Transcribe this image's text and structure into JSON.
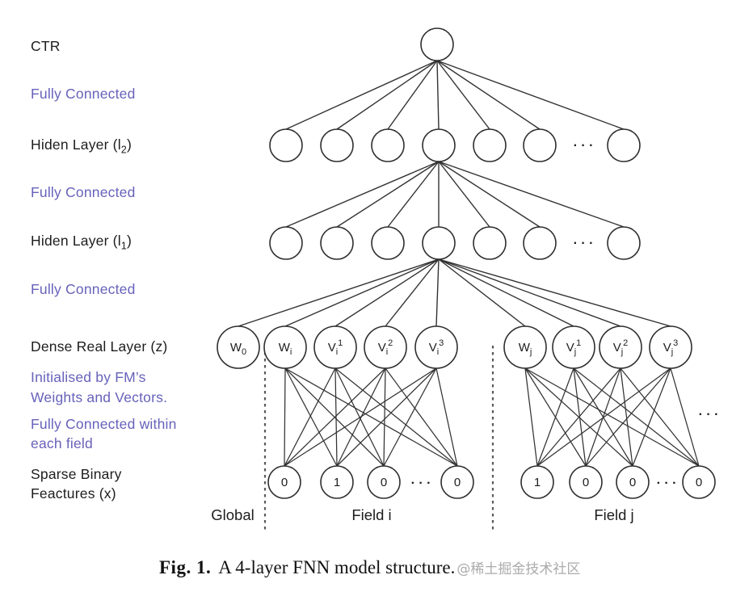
{
  "colors": {
    "accent_purple": "#6762ba",
    "text_black": "#1d1d1d",
    "line": "#333333",
    "watermark_gray": "#ababab"
  },
  "side_labels": [
    {
      "text": "CTR",
      "style": "black"
    },
    {
      "text": "Fully Connected",
      "style": "purple"
    },
    {
      "text": "Hiden Layer (l₂)",
      "style": "black"
    },
    {
      "text": "Fully Connected",
      "style": "purple"
    },
    {
      "text": "Hiden Layer (l₁)",
      "style": "black"
    },
    {
      "text": "Fully Connected",
      "style": "purple"
    },
    {
      "text": "Dense Real Layer (z)",
      "style": "black"
    },
    {
      "text": "Initialised by FM’s",
      "style": "purple"
    },
    {
      "text": "Weights and Vectors.",
      "style": "purple"
    },
    {
      "text": "Fully Connected within",
      "style": "purple"
    },
    {
      "text": "each field",
      "style": "purple"
    },
    {
      "text": "Sparse Binary",
      "style": "black"
    },
    {
      "text": "Feactures (x)",
      "style": "black"
    }
  ],
  "diagram": {
    "ellipsis": "· · ·",
    "dense_nodes": [
      "W₀",
      "Wᵢ",
      "Vᵢ¹",
      "Vᵢ²",
      "Vᵢ³",
      "Wⱼ",
      "Vⱼ¹",
      "Vⱼ²",
      "Vⱼ³"
    ],
    "sparse_field_i": [
      "0",
      "1",
      "0",
      "0"
    ],
    "sparse_field_j": [
      "1",
      "0",
      "0",
      "0"
    ],
    "group_labels": {
      "global": "Global",
      "field_i": "Field i",
      "field_j": "Field j"
    }
  },
  "caption": {
    "fig_label": "Fig. 1.",
    "text": "A 4-layer FNN model structure.",
    "watermark": "@稀土掘金技术社区"
  }
}
